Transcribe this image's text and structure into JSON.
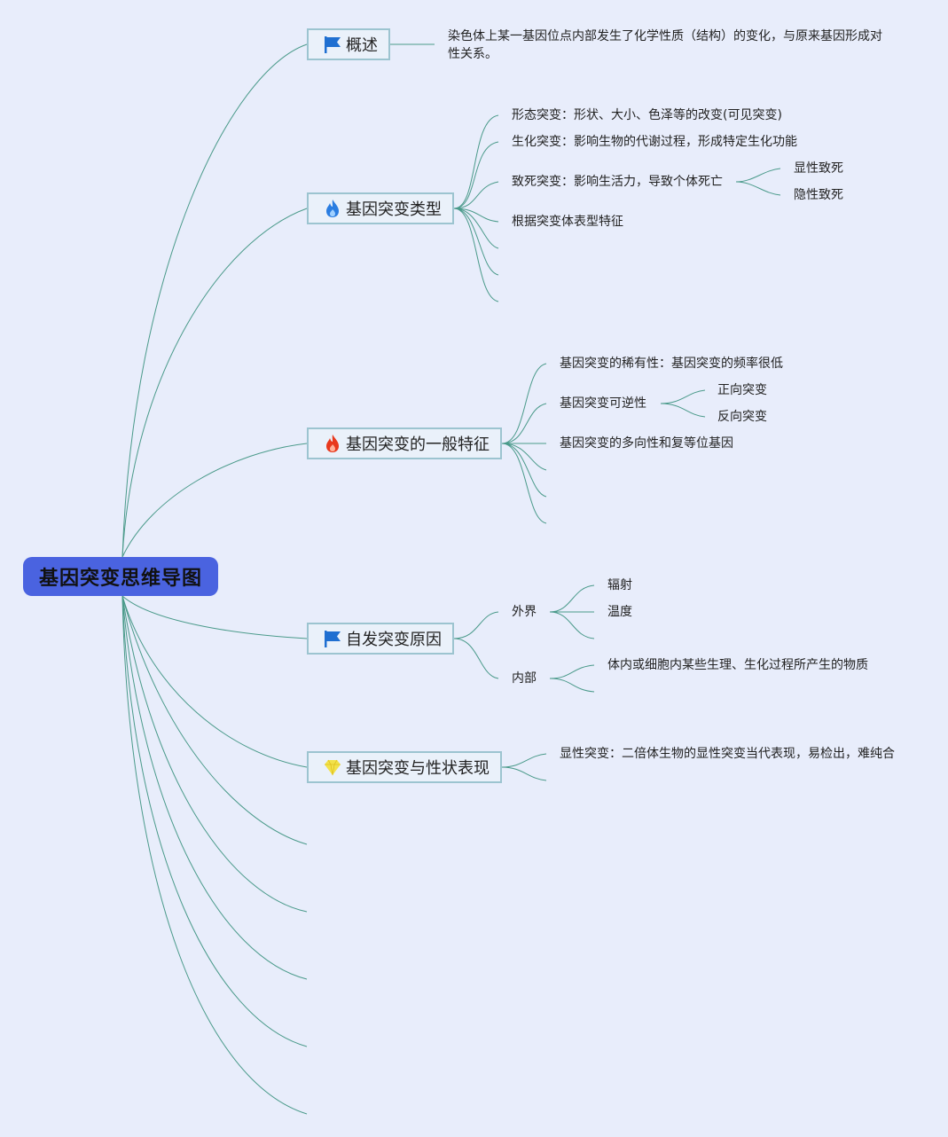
{
  "root": {
    "label": "基因突变思维导图"
  },
  "topics": [
    {
      "label": "概述",
      "icon": "flag-icon",
      "children": [
        {
          "label": "染色体上某一基因位点内部发生了化学性质（结构）的变化，与原来基因形成对"
        },
        {
          "label": "性关系。"
        }
      ]
    },
    {
      "label": "基因突变类型",
      "icon": "flame-blue-icon",
      "children": [
        {
          "label": "形态突变：形状、大小、色泽等的改变(可见突变)"
        },
        {
          "label": "生化突变：影响生物的代谢过程，形成特定生化功能"
        },
        {
          "label": "致死突变：影响生活力，导致个体死亡",
          "children": [
            {
              "label": "显性致死"
            },
            {
              "label": "隐性致死"
            }
          ]
        },
        {
          "label": "根据突变体表型特征"
        }
      ]
    },
    {
      "label": "基因突变的一般特征",
      "icon": "flame-red-icon",
      "children": [
        {
          "label": "基因突变的稀有性：基因突变的频率很低"
        },
        {
          "label": "基因突变可逆性",
          "children": [
            {
              "label": "正向突变"
            },
            {
              "label": "反向突变"
            }
          ]
        },
        {
          "label": "基因突变的多向性和复等位基因"
        }
      ]
    },
    {
      "label": "自发突变原因",
      "icon": "flag-icon",
      "children": [
        {
          "label": "外界",
          "children": [
            {
              "label": "辐射"
            },
            {
              "label": "温度"
            }
          ]
        },
        {
          "label": "内部",
          "children": [
            {
              "label": "体内或细胞内某些生理、生化过程所产生的物质"
            }
          ]
        }
      ]
    },
    {
      "label": "基因突变与性状表现",
      "icon": "gem-icon",
      "children": [
        {
          "label": "显性突变：二倍体生物的显性突变当代表现，易检出，难纯合"
        }
      ]
    }
  ],
  "colors": {
    "background": "#e8edfb",
    "root": "#4a63e0",
    "topic_border": "#9cc4d0",
    "line": "#4a9a8a",
    "flag": "#1f6fd1",
    "flame_blue": "#2a7de1",
    "flame_red": "#e8391d",
    "gem": "#f2e24a"
  }
}
